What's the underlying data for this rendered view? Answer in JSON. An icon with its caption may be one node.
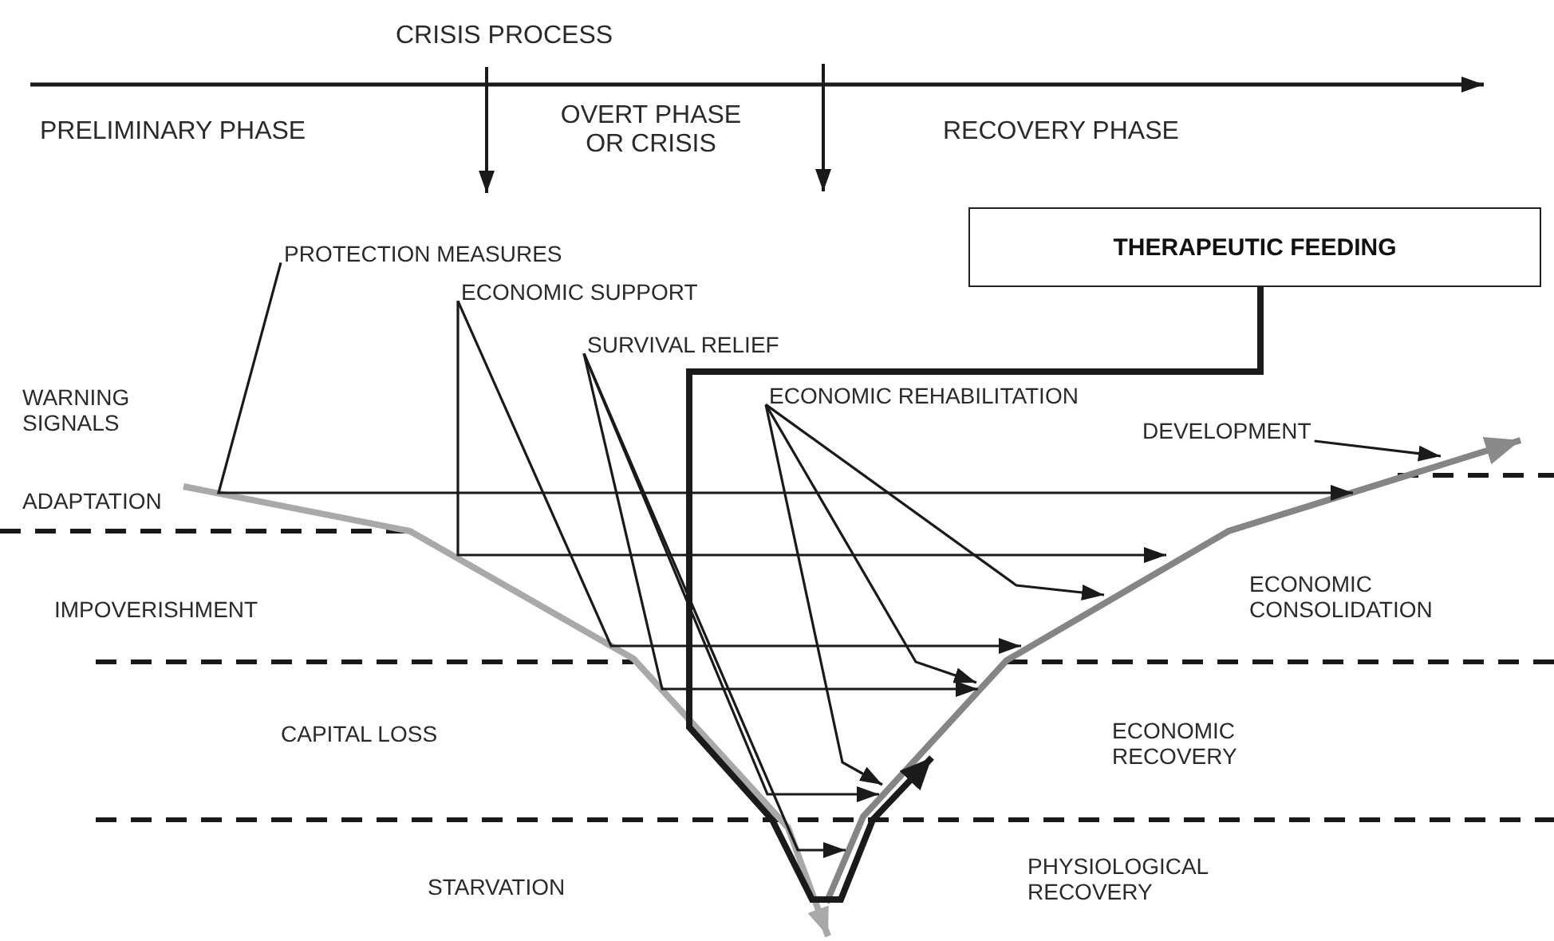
{
  "diagram": {
    "nodes": [
      {
        "text": [
          "THERAPEUTIC FEEDING"
        ]
      },
      {
        "text": [
          "PROTECTION MEASURES"
        ]
      },
      {
        "text": [
          "ECONOMIC SUPPORT"
        ]
      },
      {
        "text": [
          "SURVIVAL RELIEF"
        ]
      },
      {
        "text": [
          "ECONOMIC REHABILITATION"
        ]
      },
      {
        "text": [
          "DEVELOPMENT"
        ]
      }
    ],
    "edges": [
      {
        "from": 0,
        "to": null,
        "arrow": "to",
        "style": "thick"
      },
      {
        "from": 1,
        "to": null,
        "arrow": "to"
      },
      {
        "from": 2,
        "to": null,
        "arrow": "to"
      },
      {
        "from": 2,
        "to": null,
        "arrow": "to"
      },
      {
        "from": 3,
        "to": null,
        "arrow": "to"
      },
      {
        "from": 3,
        "to": null,
        "arrow": "to"
      },
      {
        "from": 3,
        "to": null,
        "arrow": "to"
      },
      {
        "from": 4,
        "to": null,
        "arrow": "to"
      },
      {
        "from": 4,
        "to": null,
        "arrow": "to"
      },
      {
        "from": 4,
        "to": null,
        "arrow": "to"
      },
      {
        "from": 5,
        "to": null,
        "arrow": "to"
      }
    ],
    "labels": [
      "CRISIS PROCESS",
      "PRELIMINARY PHASE",
      "OVERT PHASE OR CRISIS",
      "RECOVERY PHASE",
      "WARNING SIGNALS",
      "ADAPTATION",
      "IMPOVERISHMENT",
      "CAPITAL LOSS",
      "STARVATION",
      "ECONOMIC CONSOLIDATION",
      "ECONOMIC RECOVERY",
      "PHYSIOLOGICAL RECOVERY"
    ]
  }
}
